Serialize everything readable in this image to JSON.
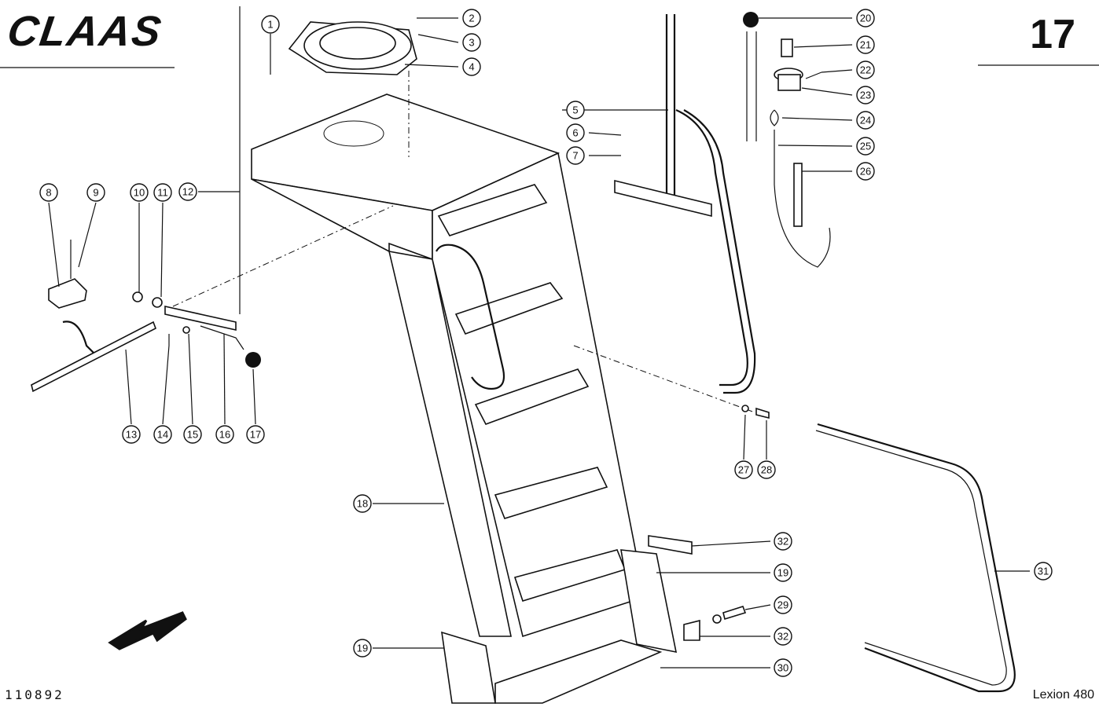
{
  "header": {
    "logo": "CLAAS",
    "page_number": "17"
  },
  "footer": {
    "drawing_number": "110892",
    "model": "Lexion 480"
  },
  "callouts": [
    "1",
    "2",
    "3",
    "4",
    "5",
    "6",
    "7",
    "8",
    "9",
    "10",
    "11",
    "12",
    "13",
    "14",
    "15",
    "16",
    "17",
    "18",
    "19",
    "19",
    "20",
    "21",
    "22",
    "23",
    "24",
    "25",
    "26",
    "27",
    "28",
    "29",
    "30",
    "31",
    "32",
    "32"
  ]
}
